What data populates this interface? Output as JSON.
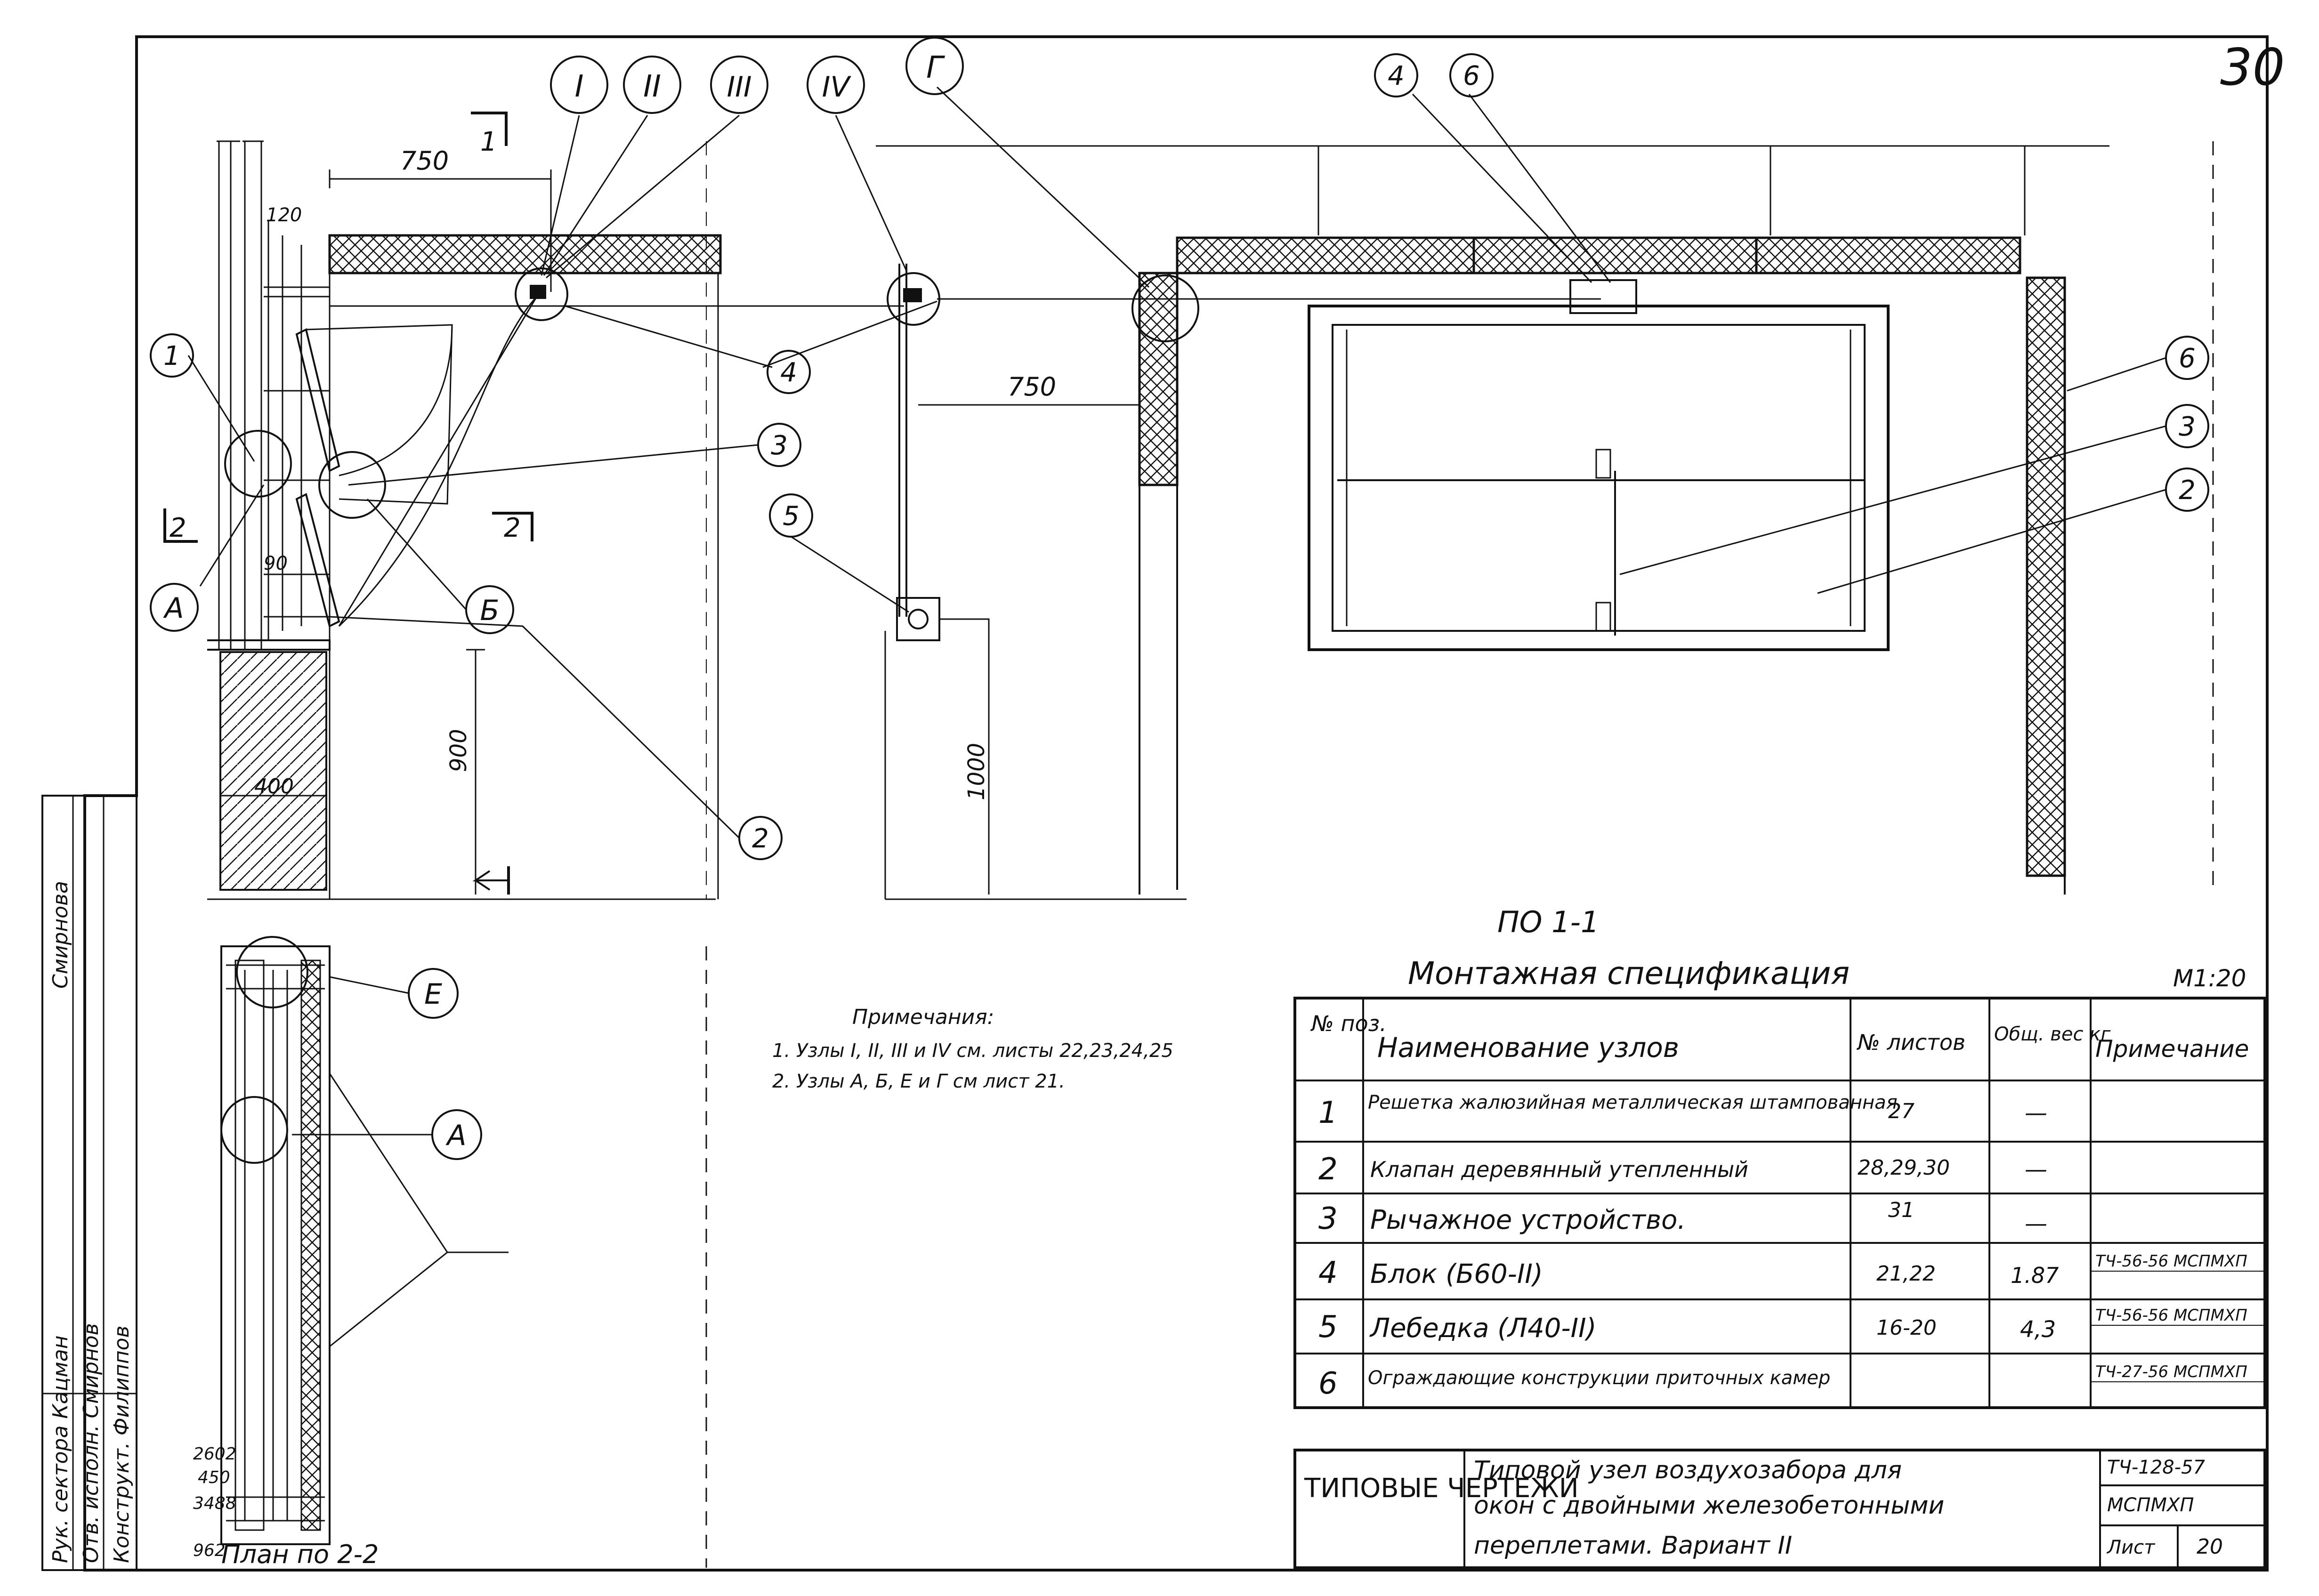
{
  "sheet": {
    "page_number": "30",
    "scale": "М1:20"
  },
  "section_labels": {
    "view_1_1": "ПО 1-1",
    "plan_2_2": "План по 2-2",
    "cut_1": "1",
    "cut_2": "2"
  },
  "node_labels": [
    "I",
    "II",
    "III",
    "IV",
    "Г",
    "А",
    "Б",
    "Е"
  ],
  "position_callouts": [
    "1",
    "2",
    "3",
    "4",
    "5",
    "6"
  ],
  "dimensions": {
    "d750_left": "750",
    "d120": "120",
    "d90": "90",
    "d400": "400",
    "d900": "900",
    "d750_mid": "750",
    "d1000": "1000",
    "plan_2602": "2602",
    "plan_450": "450",
    "plan_3488": "3488",
    "plan_962": "962"
  },
  "notes": {
    "title": "Примечания:",
    "items": [
      "1. Узлы I, II, III и IV см. листы 22,23,24,25",
      "2. Узлы А, Б, Е и Г см      лист 21."
    ]
  },
  "spec": {
    "title": "Монтажная спецификация",
    "headers": [
      "№ поз.",
      "Наименование узлов",
      "№ листов",
      "Общ. вес кг",
      "Примечание"
    ],
    "rows": [
      {
        "pos": "1",
        "name": "Решетка жалюзийная металлическая штампованная",
        "sheets": "27",
        "weight": "—",
        "note": ""
      },
      {
        "pos": "2",
        "name": "Клапан деревянный утепленный",
        "sheets": "28,29,30",
        "weight": "—",
        "note": ""
      },
      {
        "pos": "3",
        "name": "Рычажное устройство.",
        "sheets": "31",
        "weight": "—",
        "note": ""
      },
      {
        "pos": "4",
        "name": "Блок (Б60-II)",
        "sheets": "21,22",
        "weight": "1.87",
        "note": "ТЧ-56-56 МСПМХП"
      },
      {
        "pos": "5",
        "name": "Лебедка (Л40-II)",
        "sheets": "16-20",
        "weight": "4,3",
        "note": "ТЧ-56-56 МСПМХП"
      },
      {
        "pos": "6",
        "name": "Ограждающие конструкции приточных камер",
        "sheets": "",
        "weight": "",
        "note": "ТЧ-27-56 МСПМХП"
      }
    ]
  },
  "title_block": {
    "series": "ТИПОВЫЕ ЧЕРТЕЖИ",
    "title_line1": "Типовой узел воздухозабора для",
    "title_line2": "окон с двойными железобетонными",
    "title_line3": "переплетами.  Вариант II",
    "code": "ТЧ-128-57",
    "org": "МСПМХП",
    "sheet_label": "Лист",
    "sheet_no": "20"
  },
  "side_stamp": {
    "rows": [
      "Рук. сектора  Кацман",
      "Отв. исполн.  Смирнов",
      "Конструкт.  Филиппов"
    ],
    "upper": "Смирнова"
  }
}
